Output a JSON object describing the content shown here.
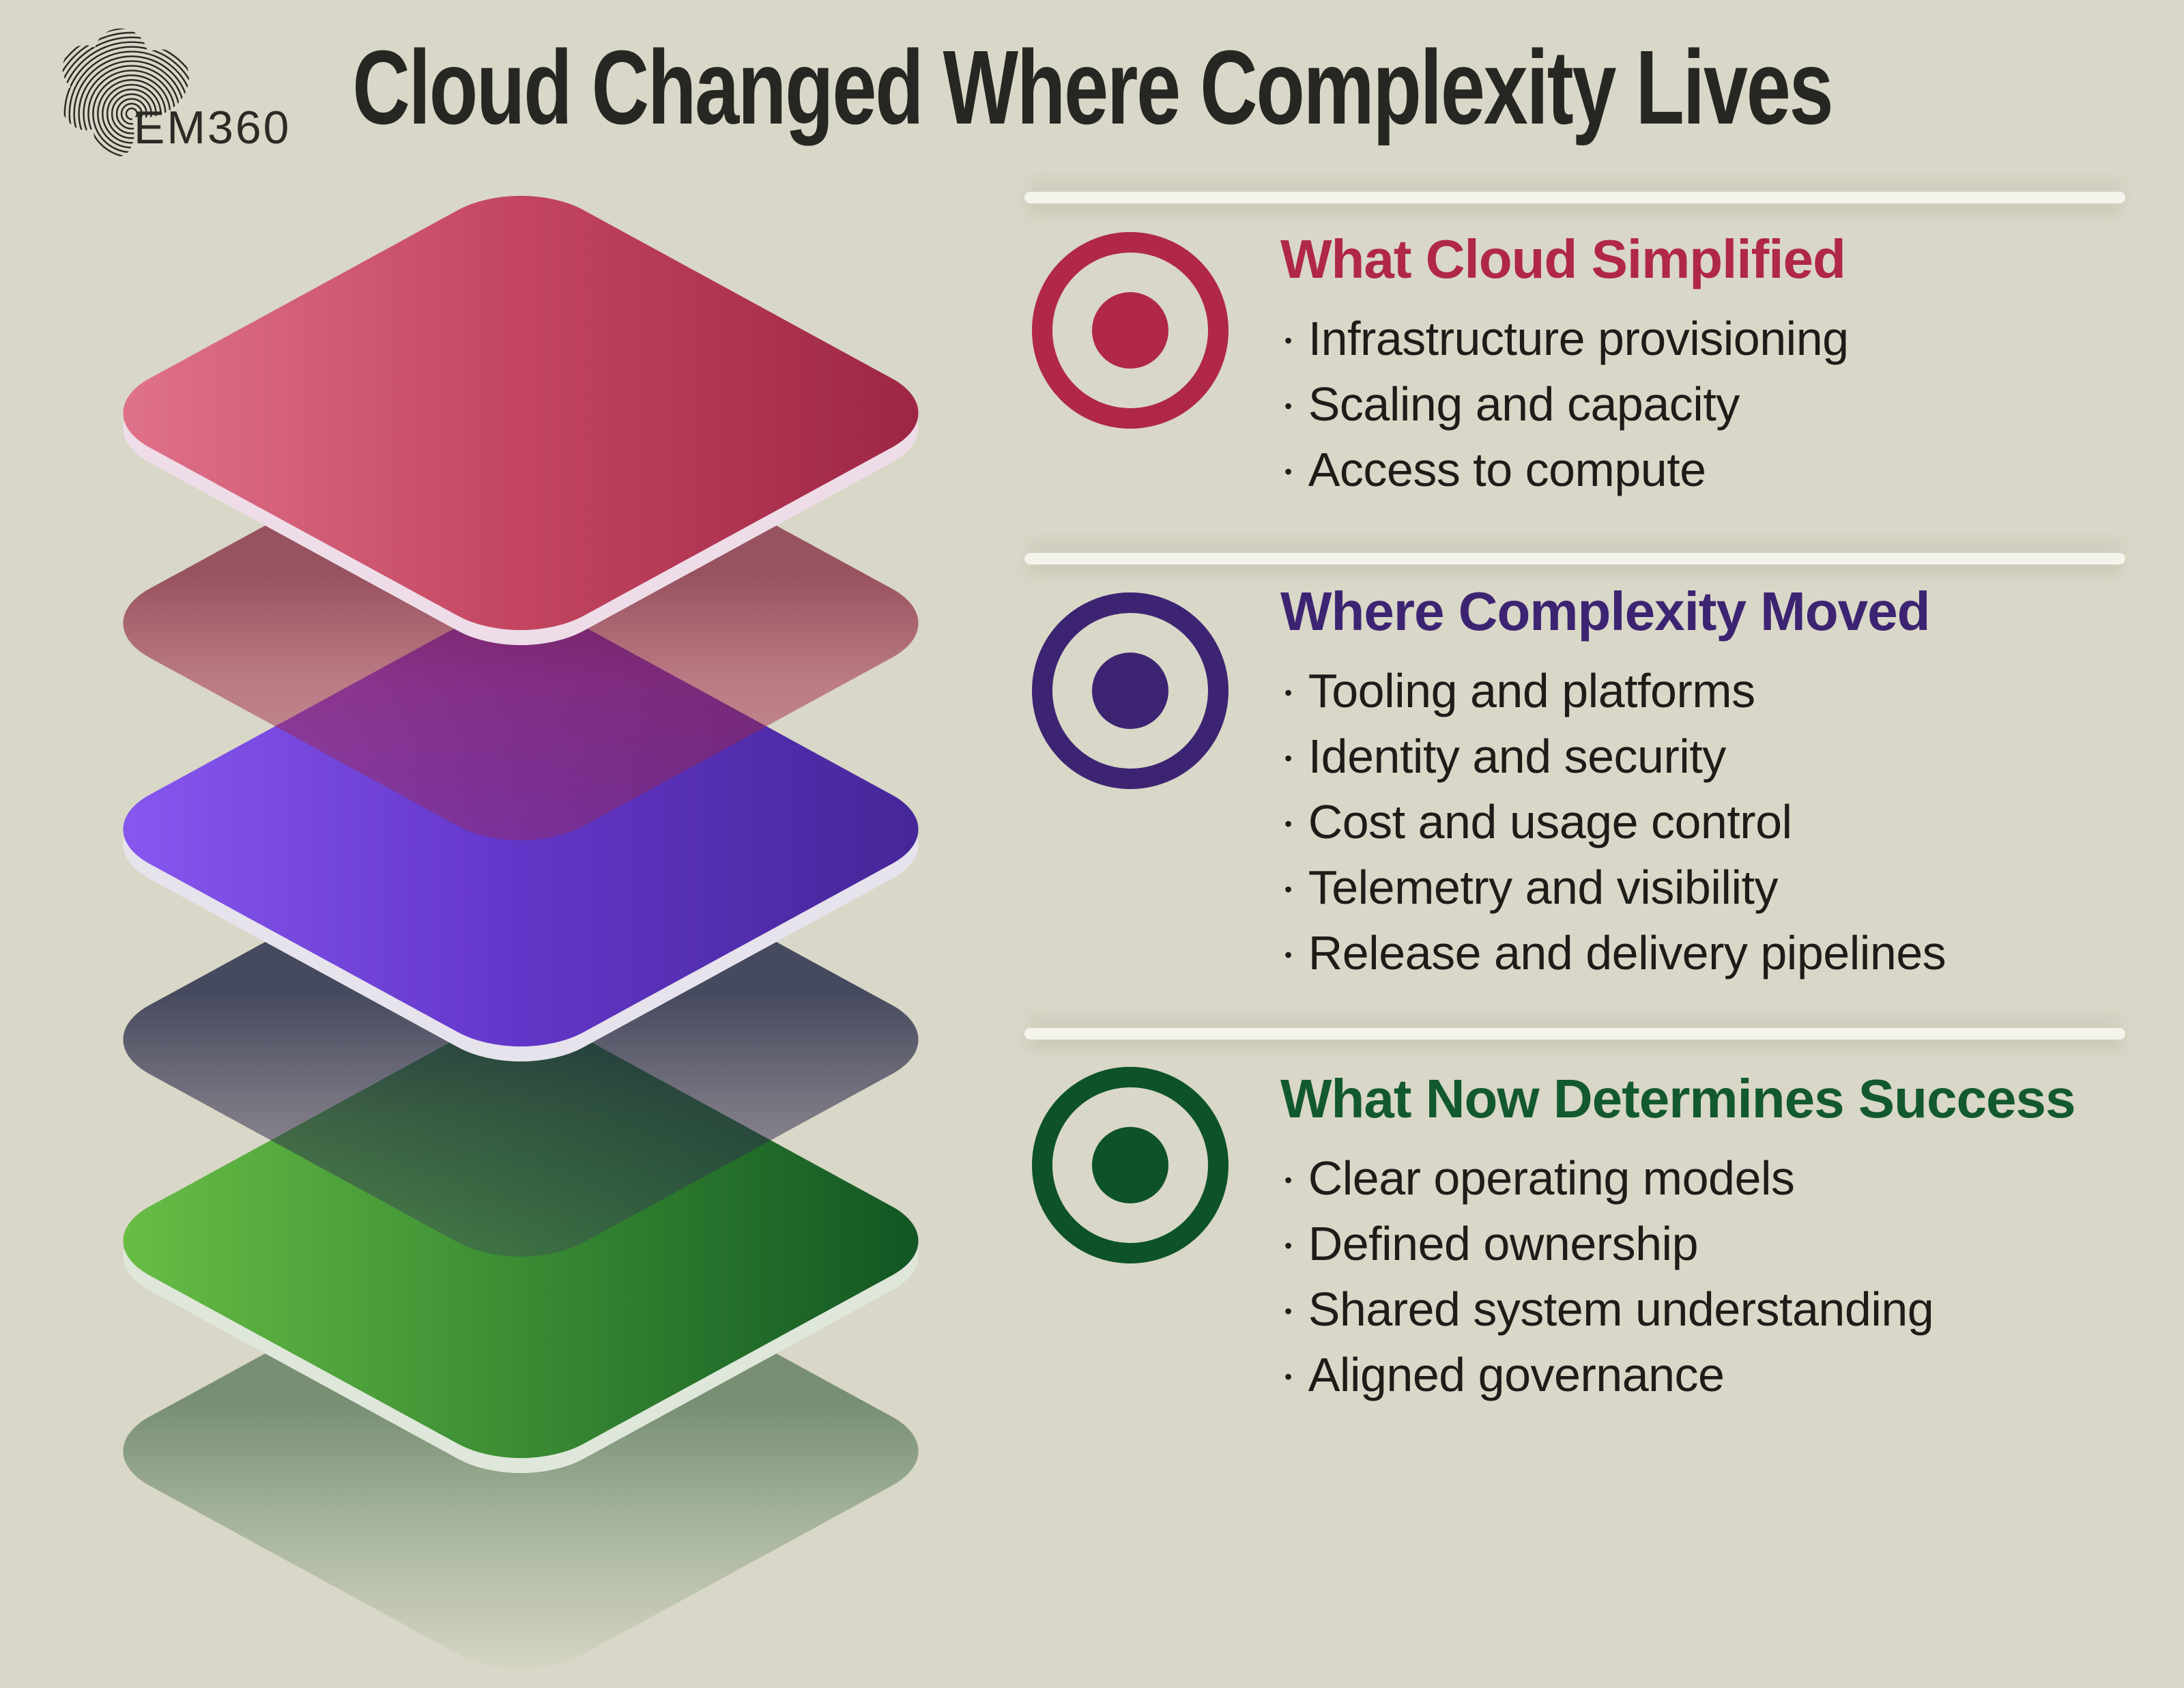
{
  "page": {
    "title": "Cloud Changed Where Complexity Lives",
    "background_color": "#d9d7c7",
    "title_color": "#262622"
  },
  "logo": {
    "text": "EM360"
  },
  "sections": [
    {
      "title": "What Cloud Simplified",
      "color": "#b02749",
      "icon": "target-icon",
      "items": [
        "Infrastructure provisioning",
        "Scaling and capacity",
        "Access to compute"
      ]
    },
    {
      "title": "Where Complexity Moved",
      "color": "#3d2472",
      "icon": "target-icon",
      "items": [
        "Tooling and platforms",
        "Identity and security",
        "Cost and usage control",
        "Telemetry and visibility",
        "Release and delivery pipelines"
      ]
    },
    {
      "title": "What Now Determines Success",
      "color": "#13592e",
      "icon": "target-icon",
      "items": [
        "Clear operating models",
        "Defined ownership",
        "Shared system understanding",
        "Aligned governance"
      ]
    }
  ],
  "layers": [
    {
      "name": "top-layer",
      "color_light": "#e2768e",
      "color_dark": "#9a2342"
    },
    {
      "name": "middle-layer",
      "color_light": "#8a5af2",
      "color_dark": "#432594"
    },
    {
      "name": "bottom-layer",
      "color_light": "#6cc247",
      "color_dark": "#0e5122"
    }
  ]
}
